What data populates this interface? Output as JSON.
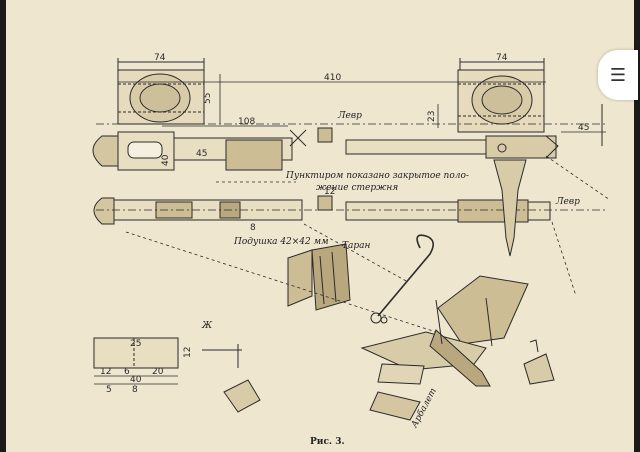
{
  "dimensions": {
    "overall_length": "410",
    "left_block_width": "74",
    "right_block_width": "74",
    "height_55": "55",
    "length_108": "108",
    "dim_23": "23",
    "dim_45_right": "45",
    "dim_45_left": "45",
    "dim_40": "40",
    "dim_12": "12",
    "dim_8": "8",
    "pad_25": "25",
    "pad_12_side": "12",
    "pad_12": "12",
    "pad_6": "6",
    "pad_20": "20",
    "pad_40": "40",
    "pad_5": "5",
    "pad_8": "8"
  },
  "labels": {
    "lever_top": "Лeвp",
    "lever_bottom": "Лeвp",
    "dashed_note_line1": "Пунктиром показано закрытое поло-",
    "dashed_note_line2": "жение стержня",
    "pad_label": "Подушка 42×42 мм",
    "ram_label": "Таран",
    "crossbow_label": "Арбалет",
    "detail_mark": "Ж",
    "caption": "Рис. 3."
  },
  "ui": {
    "menu_icon": "hamburger-menu-icon"
  }
}
